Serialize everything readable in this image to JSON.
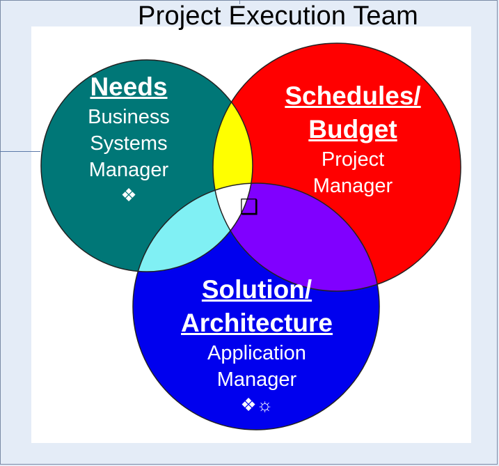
{
  "title": "Project Execution Team",
  "colors": {
    "needs": "#007777",
    "schedules": "#ff0000",
    "solution": "#0000ee",
    "needs_schedules": "#ffff00",
    "needs_solution": "#80f0f4",
    "schedules_solution": "#8000ff",
    "center": "#ffffff"
  },
  "circles": {
    "needs": {
      "heading": "Needs",
      "lines": [
        "Business",
        "Systems",
        "Manager"
      ],
      "symbols": "❖",
      "icons": [
        "diamond-star-icon"
      ]
    },
    "schedules": {
      "heading_lines": [
        "Schedules/",
        "Budget"
      ],
      "lines": [
        "Project",
        "Manager"
      ]
    },
    "solution": {
      "heading_lines": [
        "Solution/",
        "Architecture"
      ],
      "lines": [
        "Application",
        "Manager"
      ],
      "symbols": "❖☼",
      "icons": [
        "diamond-star-icon",
        "sun-icon"
      ]
    }
  },
  "center": {
    "symbol": "❑",
    "icon": "shadowed-box-icon"
  }
}
